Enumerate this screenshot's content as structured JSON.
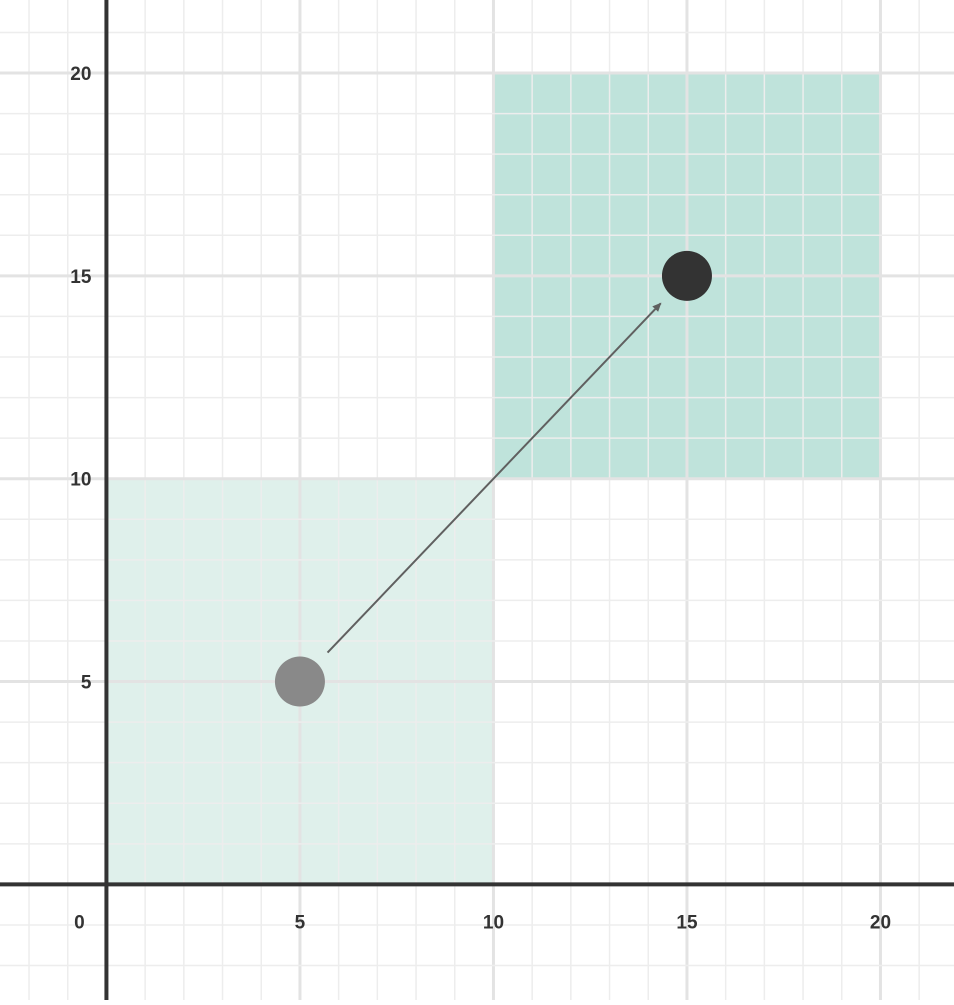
{
  "chart_data": {
    "type": "scatter",
    "xlim": [
      -2.75,
      21.9
    ],
    "ylim": [
      -2.85,
      21.8
    ],
    "x_ticks": [
      0,
      5,
      10,
      15,
      20
    ],
    "y_ticks": [
      5,
      10,
      15,
      20
    ],
    "x_tick_labels": [
      "0",
      "5",
      "10",
      "15",
      "20"
    ],
    "y_tick_labels": [
      "5",
      "10",
      "15",
      "20"
    ],
    "grid": true,
    "regions": [
      {
        "x": [
          0,
          10
        ],
        "y": [
          0,
          10
        ],
        "color": "#dff0eb"
      },
      {
        "x": [
          10,
          20
        ],
        "y": [
          10,
          20
        ],
        "color": "#bfe3db"
      }
    ],
    "points": [
      {
        "x": 5,
        "y": 5,
        "color": "#898989"
      },
      {
        "x": 15,
        "y": 15,
        "color": "#333333"
      }
    ],
    "arrow": {
      "from": [
        5,
        5
      ],
      "to": [
        15,
        15
      ],
      "color": "#606060"
    }
  }
}
